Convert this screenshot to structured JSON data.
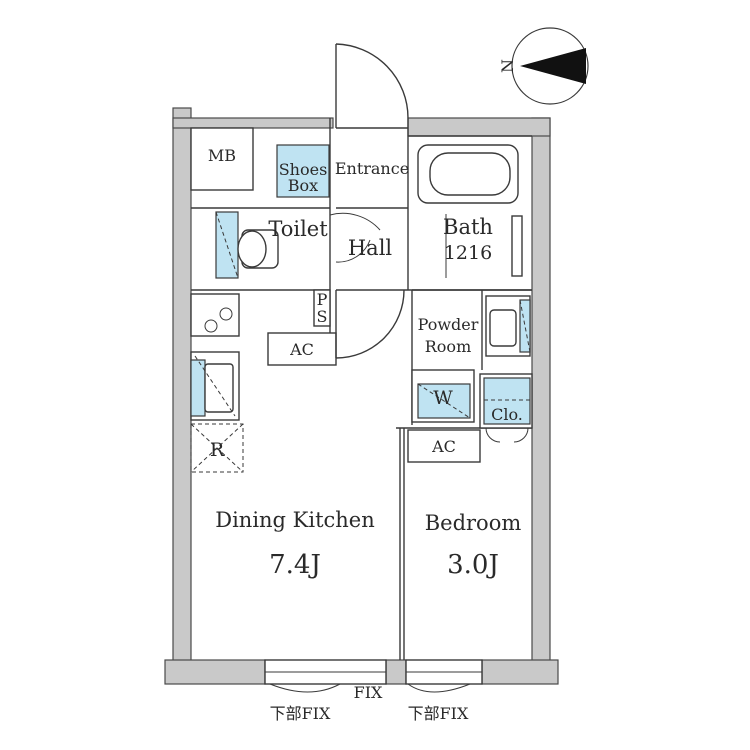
{
  "compass": {
    "label": "N"
  },
  "rooms": {
    "mb": "MB",
    "shoes_box_line1": "Shoes",
    "shoes_box_line2": "Box",
    "entrance": "Entrance",
    "toilet": "Toilet",
    "hall": "Hall",
    "bath": "Bath",
    "bath_size": "1216",
    "ps_p": "P",
    "ps_s": "S",
    "powder_room_line1": "Powder",
    "powder_room_line2": "Room",
    "ac_kitchen": "AC",
    "ac_bedroom": "AC",
    "washer": "W",
    "closet": "Clo.",
    "refrigerator": "R",
    "dining_kitchen": "Dining Kitchen",
    "dining_kitchen_size": "7.4J",
    "bedroom": "Bedroom",
    "bedroom_size": "3.0J"
  },
  "windows": {
    "fix_center": "FIX",
    "fix_left": "下部FIX",
    "fix_right": "下部FIX"
  }
}
